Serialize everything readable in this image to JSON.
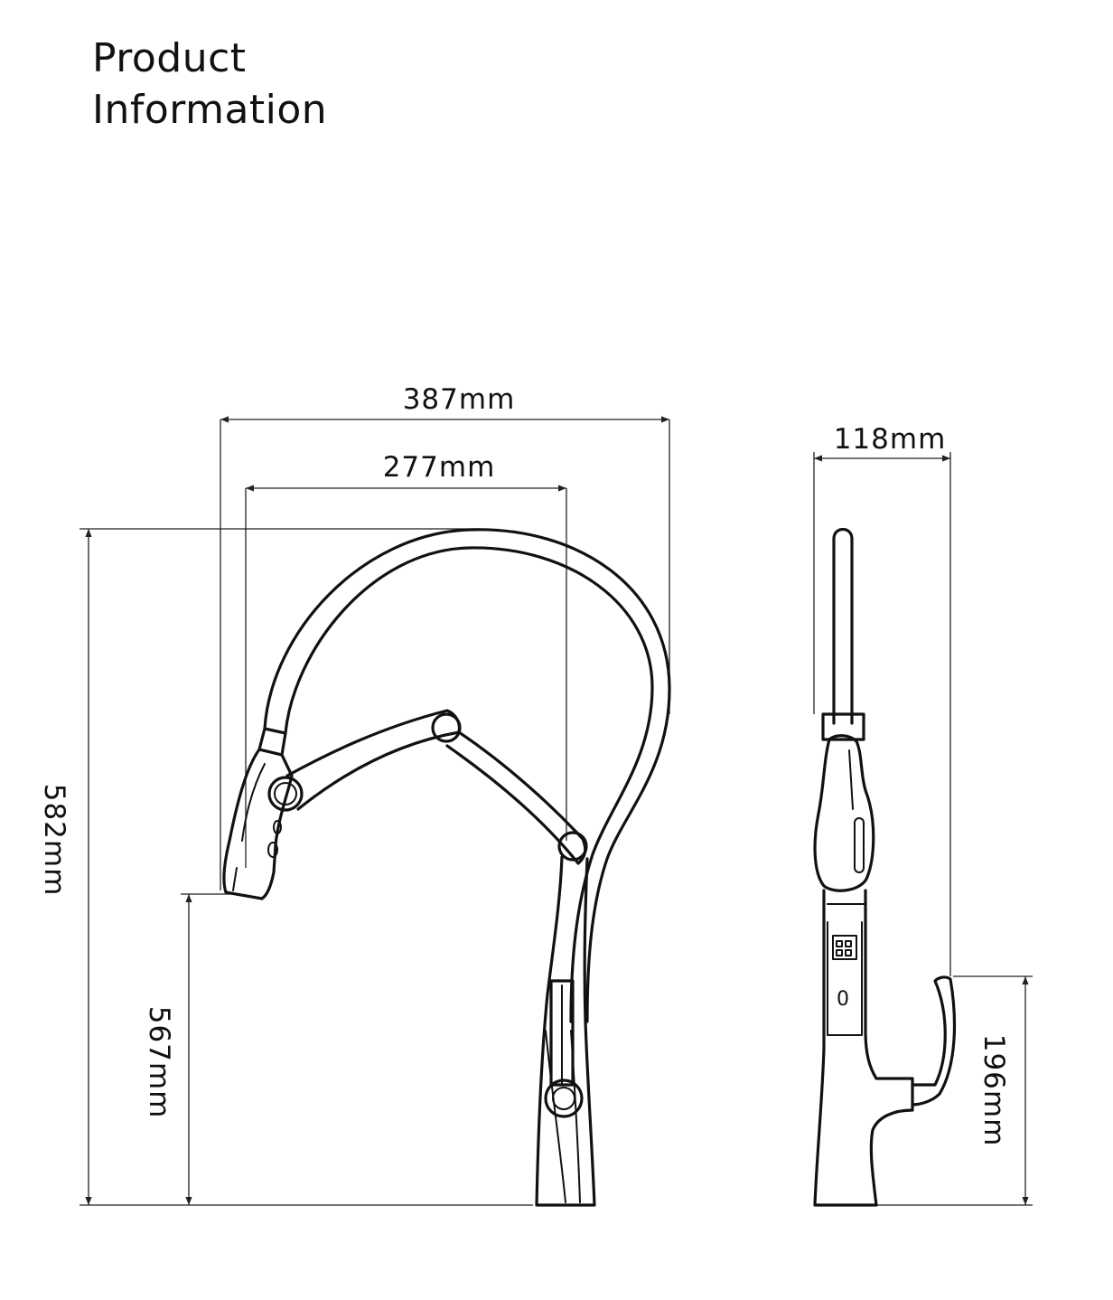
{
  "title": {
    "line1": "Product",
    "line2": "Information"
  },
  "dimensions": {
    "overall_reach": "387mm",
    "spout_reach": "277mm",
    "side_depth": "118mm",
    "total_height": "582mm",
    "outlet_height": "567mm",
    "handle_height": "196mm"
  },
  "side_view": {
    "panel_button_label": "0"
  }
}
